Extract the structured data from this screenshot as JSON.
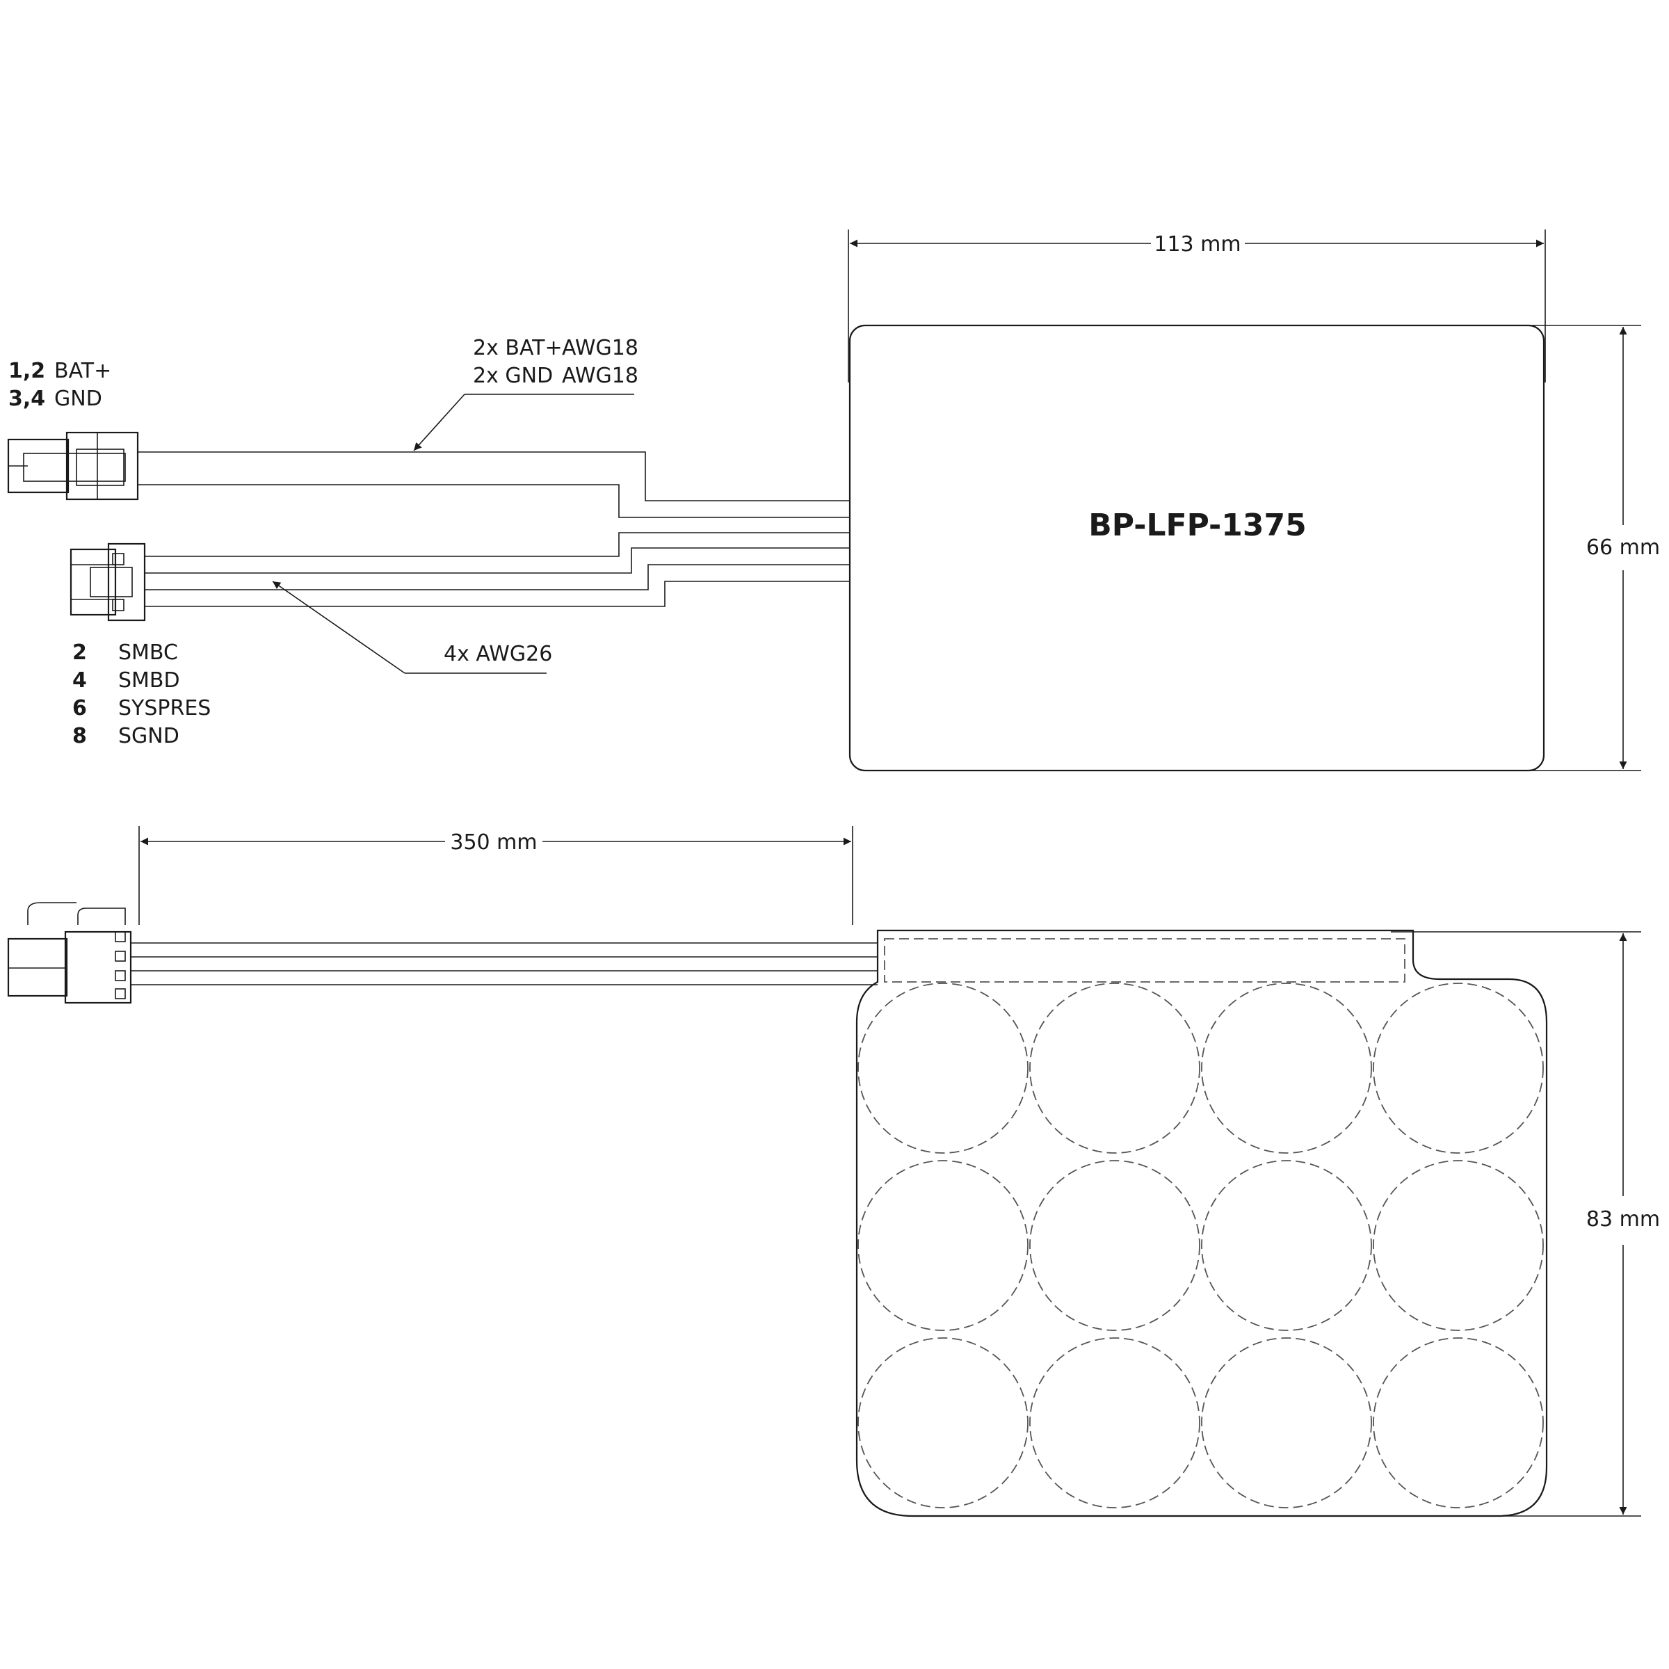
{
  "product": {
    "name": "BP-LFP-1375"
  },
  "dimensions": {
    "top_width": "113 mm",
    "top_height": "66 mm",
    "cable_length": "350 mm",
    "bottom_height": "83 mm"
  },
  "power_connector": {
    "pins": [
      {
        "num": "1,2",
        "signal": "BAT+"
      },
      {
        "num": "3,4",
        "signal": "GND"
      }
    ],
    "wires": [
      {
        "count": "2x BAT+",
        "gauge": "AWG18"
      },
      {
        "count": "2x GND",
        "gauge": "AWG18"
      }
    ]
  },
  "signal_connector": {
    "wire_label": "4x AWG26",
    "pins": [
      {
        "num": "2",
        "signal": "SMBC"
      },
      {
        "num": "4",
        "signal": "SMBD"
      },
      {
        "num": "6",
        "signal": "SYSPRES"
      },
      {
        "num": "8",
        "signal": "SGND"
      }
    ]
  },
  "cell_layout": {
    "rows": 3,
    "columns": 4
  }
}
